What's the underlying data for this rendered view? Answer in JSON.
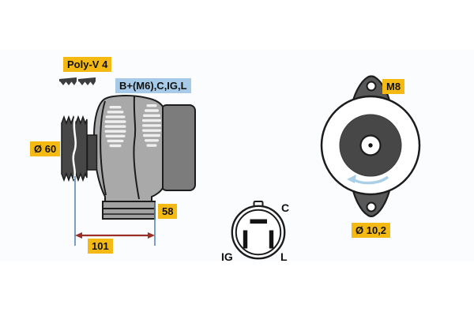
{
  "figure": {
    "belt_type_label": "Poly-V 4",
    "terminals_label": "B+(M6),C,IG,L",
    "pulley_diameter_label": "Ø 60",
    "depth_dimension": "58",
    "length_dimension": "101",
    "thread_size_label": "M8",
    "mounting_hole_diameter": "Ø 10,2",
    "connector_pins": {
      "top_right": "C",
      "bottom_left": "IG",
      "bottom_right": "L"
    },
    "colors": {
      "label_yellow": "#f5b914",
      "label_blue": "#a6cae8",
      "dimension_line_blue": "#5b87b5",
      "dimension_arrow_red": "#9a3026",
      "rotation_arrow_blue": "#a9cfe9",
      "body_gray": "#a9a9a9",
      "dark_gray": "#474747"
    }
  }
}
